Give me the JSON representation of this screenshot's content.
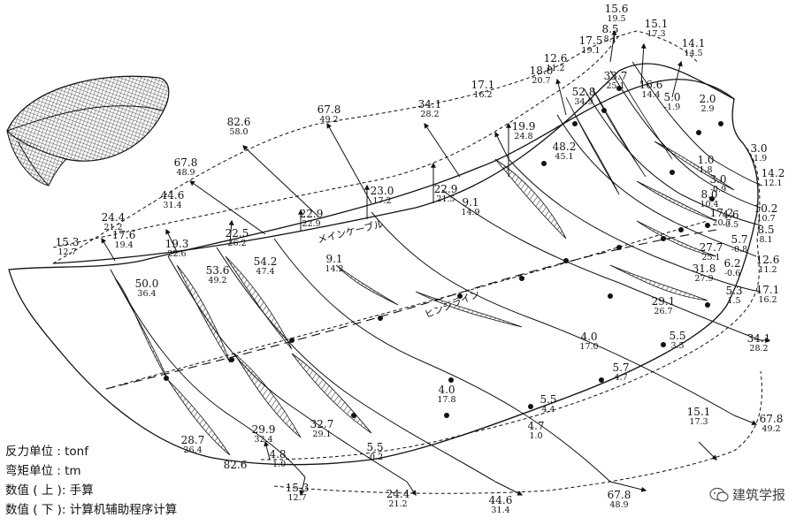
{
  "labels": {
    "main_cable": "メインケーブル",
    "hinge_line": "ヒンジライン"
  },
  "legend": {
    "line1": "反力单位 : tonf",
    "line2": "弯矩单位 : tm",
    "line3": "数值 ( 上 ): 手算",
    "line4": "数值 ( 下 ): 计算机辅助程序计算"
  },
  "watermark": "建筑学报",
  "values": [
    {
      "top": "15.3",
      "bot": "12.7"
    },
    {
      "top": "24.4",
      "bot": "21.2"
    },
    {
      "top": "44.6",
      "bot": "31.4"
    },
    {
      "top": "67.8",
      "bot": "48.9"
    },
    {
      "top": "82.6",
      "bot": "58.0"
    },
    {
      "top": "67.8",
      "bot": "49.2"
    },
    {
      "top": "34.1",
      "bot": "28.2"
    },
    {
      "top": "17.1",
      "bot": "16.2"
    },
    {
      "top": "18.0",
      "bot": "20.7"
    },
    {
      "top": "12.6",
      "bot": "11.2"
    },
    {
      "top": "17.5",
      "bot": "19.1"
    },
    {
      "top": "8.5",
      "bot": "8.1"
    },
    {
      "top": "15.6",
      "bot": "19.5"
    },
    {
      "top": "15.1",
      "bot": "17.3"
    },
    {
      "top": "14.1",
      "bot": "14.5"
    },
    {
      "top": "17.6",
      "bot": "19.4"
    },
    {
      "top": "19.3",
      "bot": "22.6"
    },
    {
      "top": "22.5",
      "bot": "26.2"
    },
    {
      "top": "22.9",
      "bot": "22.9"
    },
    {
      "top": "23.0",
      "bot": "17.2"
    },
    {
      "top": "22.9",
      "bot": "21.5"
    },
    {
      "top": "19.9",
      "bot": "24.8"
    },
    {
      "top": "33.7",
      "bot": "25.1"
    },
    {
      "top": "16.6",
      "bot": "14.4"
    },
    {
      "top": "5.0",
      "bot": "-1.9"
    },
    {
      "top": "2.0",
      "bot": "2.9"
    },
    {
      "top": "3.0",
      "bot": "-1.9"
    },
    {
      "top": "14.2",
      "bot": "12.1"
    },
    {
      "top": "50.0",
      "bot": "36.4"
    },
    {
      "top": "53.6",
      "bot": "49.2"
    },
    {
      "top": "54.2",
      "bot": "47.4"
    },
    {
      "top": "9.1",
      "bot": "14.2"
    },
    {
      "top": "9.1",
      "bot": "14.9"
    },
    {
      "top": "48.2",
      "bot": "45.1"
    },
    {
      "top": "52.8",
      "bot": "34.9"
    },
    {
      "top": "1.0",
      "bot": "1.8"
    },
    {
      "top": "3.0",
      "bot": "-0.9"
    },
    {
      "top": "8.0",
      "bot": "10.4"
    },
    {
      "top": "4.6",
      "bot": "-0.5"
    },
    {
      "top": "10.2",
      "bot": "10.7"
    },
    {
      "top": "17.2",
      "bot": "20.7"
    },
    {
      "top": "5.7",
      "bot": "-0.8"
    },
    {
      "top": "8.5",
      "bot": "8.1"
    },
    {
      "top": "27.7",
      "bot": "25.1"
    },
    {
      "top": "6.2",
      "bot": "-0.6"
    },
    {
      "top": "12.6",
      "bot": "11.2"
    },
    {
      "top": "31.8",
      "bot": "27.9"
    },
    {
      "top": "17.1",
      "bot": "16.2"
    },
    {
      "top": "5.3",
      "bot": "1.5"
    },
    {
      "top": "29.1",
      "bot": "26.7"
    },
    {
      "top": "4.0",
      "bot": "17.0"
    },
    {
      "top": "34.1",
      "bot": "28.2"
    },
    {
      "top": "5.5",
      "bot": "3.5"
    },
    {
      "top": "5.7",
      "bot": "4.7"
    },
    {
      "top": "4.0",
      "bot": "17.8"
    },
    {
      "top": "5.5",
      "bot": "4.4"
    },
    {
      "top": "15.1",
      "bot": "17.3"
    },
    {
      "top": "67.8",
      "bot": "49.2"
    },
    {
      "top": "4.7",
      "bot": "1.0"
    },
    {
      "top": "28.7",
      "bot": "26.4"
    },
    {
      "top": "29.9",
      "bot": "32.4"
    },
    {
      "top": "32.7",
      "bot": "29.1"
    },
    {
      "top": "5.5",
      "bot": "-0.2"
    },
    {
      "top": "4.8",
      "bot": "-1.0"
    },
    {
      "top": "82.6",
      "bot": ""
    },
    {
      "top": "15.3",
      "bot": "12.7"
    },
    {
      "top": "24.4",
      "bot": "21.2"
    },
    {
      "top": "44.6",
      "bot": "31.4"
    },
    {
      "top": "67.8",
      "bot": "48.9"
    }
  ]
}
